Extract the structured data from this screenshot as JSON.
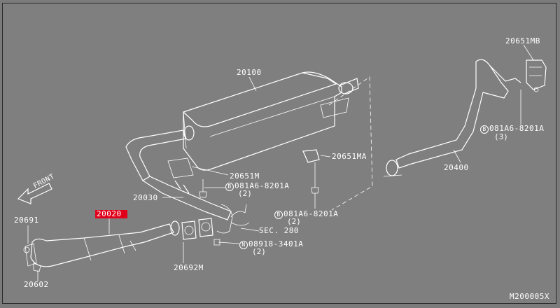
{
  "diagram": {
    "parts": {
      "muffler": "20100",
      "mount_rear": "20651MB",
      "bolt_rear": "081A6-8201A",
      "bolt_rear_qty": "(3)",
      "tail_pipe": "20400",
      "mount_mid": "20651MA",
      "mount_front": "20651M",
      "bolt_front": "081A6-8201A",
      "bolt_front_qty": "(2)",
      "center_pipe": "20030",
      "bolt_center": "081A6-8201A",
      "bolt_center_qty": "(2)",
      "sec_ref": "SEC. 280",
      "nut": "08918-3401A",
      "nut_qty": "(2)",
      "gasket_center": "20692M",
      "front_pipe": "20020",
      "gasket_front": "20691",
      "seal": "20602"
    },
    "marks": {
      "b": "B",
      "n": "N"
    },
    "front_label": "FRONT",
    "drawing_id": "M200005X"
  },
  "colors": {
    "background": "#7f7f7f",
    "line": "#ffffff",
    "highlight": "#e0001a"
  }
}
